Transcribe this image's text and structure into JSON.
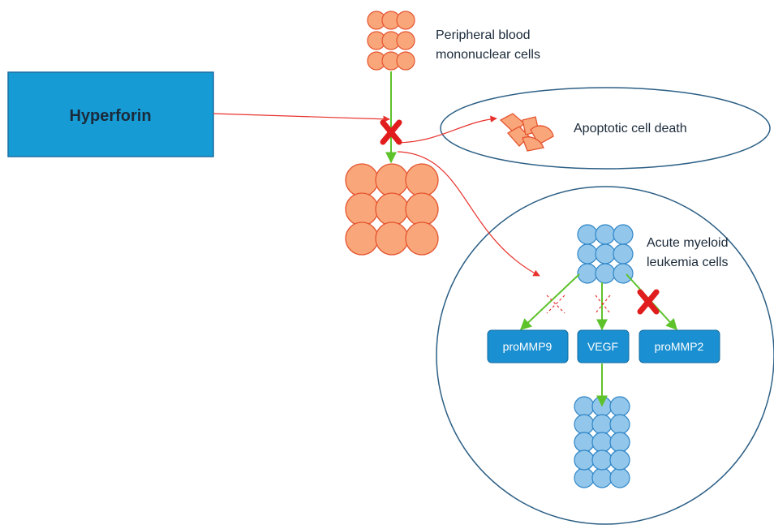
{
  "hyperforin_box": {
    "label": "Hyperforin"
  },
  "pbmc": {
    "label_line1": "Peripheral blood",
    "label_line2": "mononuclear cells"
  },
  "apoptosis": {
    "label": "Apoptotic cell death"
  },
  "aml": {
    "label_line1": "Acute myeloid",
    "label_line2": "leukemia cells"
  },
  "targets": [
    {
      "label": "proMMP9"
    },
    {
      "label": "VEGF"
    },
    {
      "label": "proMMP2"
    }
  ],
  "colors": {
    "blue_box": "#169bd5",
    "blue_box_border": "#1a6fa0",
    "salmon_fill": "#f9a77a",
    "salmon_stroke": "#e5532f",
    "blue_cell_fill": "#92c6ea",
    "blue_cell_stroke": "#2f86c8",
    "target_box": "#1a8fd1",
    "arrow_red": "#e8322d",
    "arrow_green": "#5ec22b",
    "inhibit_x": "#e11c1c",
    "ellipse_stroke": "#2c5f85",
    "text_dark": "#1b2a3a"
  }
}
